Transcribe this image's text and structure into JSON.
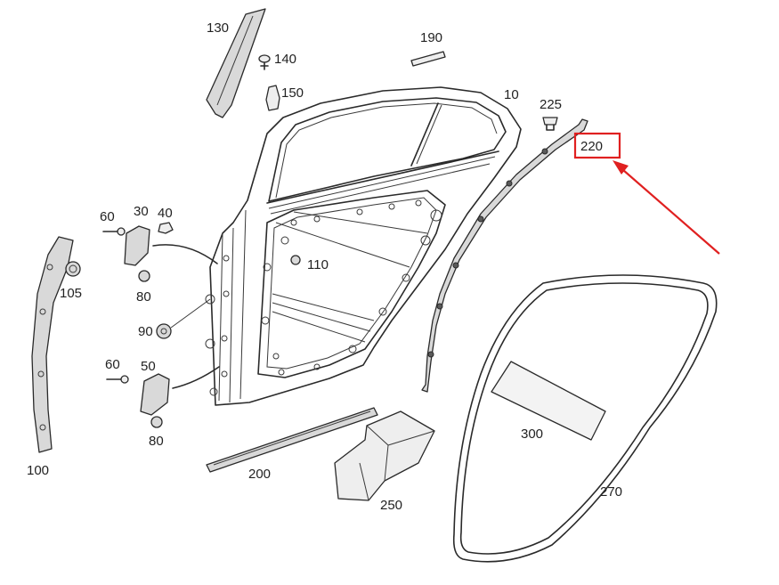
{
  "labels": {
    "p10": "10",
    "p30": "30",
    "p40": "40",
    "p50": "50",
    "p60a": "60",
    "p60b": "60",
    "p80a": "80",
    "p80b": "80",
    "p90": "90",
    "p100": "100",
    "p105": "105",
    "p110": "110",
    "p130": "130",
    "p140": "140",
    "p150": "150",
    "p190": "190",
    "p200": "200",
    "p220": "220",
    "p225": "225",
    "p250": "250",
    "p270": "270",
    "p300": "300"
  },
  "highlight": {
    "part": "220",
    "color": "#e02020"
  }
}
